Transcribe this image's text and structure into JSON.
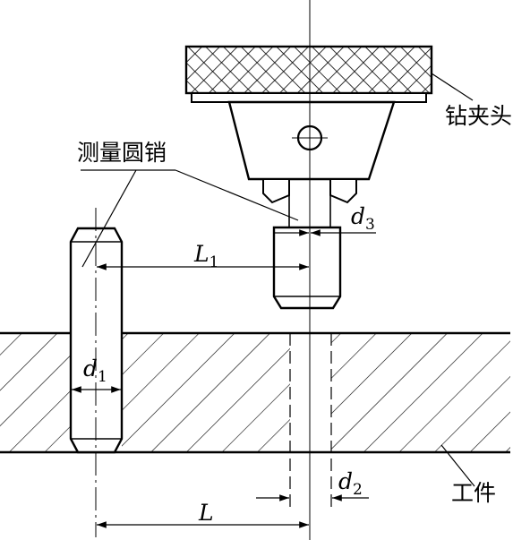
{
  "labels": {
    "chuck": "钻夹头",
    "gauge_pin": "测量圆销",
    "workpiece": "工件"
  },
  "dimensions": {
    "L1": {
      "letter": "L",
      "sub": "1"
    },
    "L": {
      "letter": "L",
      "sub": ""
    },
    "d1": {
      "letter": "d",
      "sub": "1"
    },
    "d2": {
      "letter": "d",
      "sub": "2"
    },
    "d3": {
      "letter": "d",
      "sub": "3"
    }
  }
}
